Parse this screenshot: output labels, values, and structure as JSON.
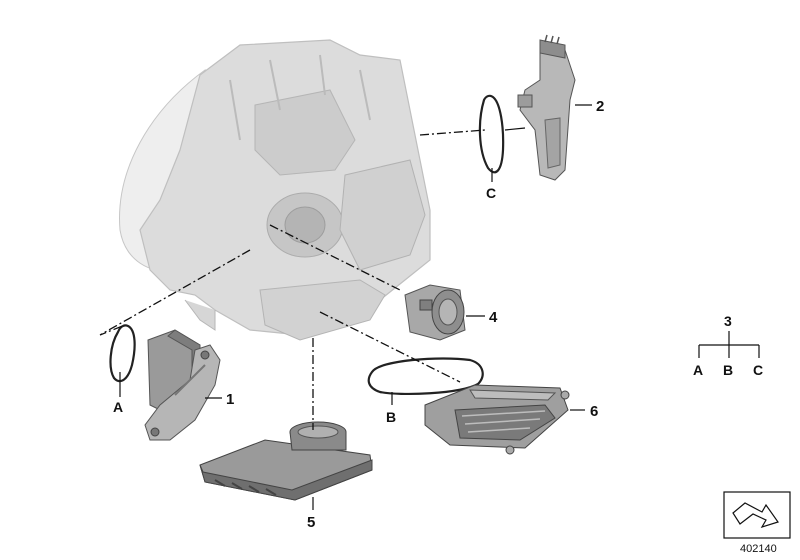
{
  "callouts": {
    "part1": "1",
    "part2": "2",
    "part4": "4",
    "part5": "5",
    "part6": "6"
  },
  "seal_letters": {
    "a": "A",
    "b": "B",
    "c": "C"
  },
  "legend_tree": {
    "parent": "3",
    "children": [
      "A",
      "B",
      "C"
    ]
  },
  "diagram_code": "402140",
  "colors": {
    "part_fill": "#c9c9c9",
    "part_dark": "#8e8e8e",
    "headlight_fill": "#d6d6d6",
    "line": "#111111"
  }
}
